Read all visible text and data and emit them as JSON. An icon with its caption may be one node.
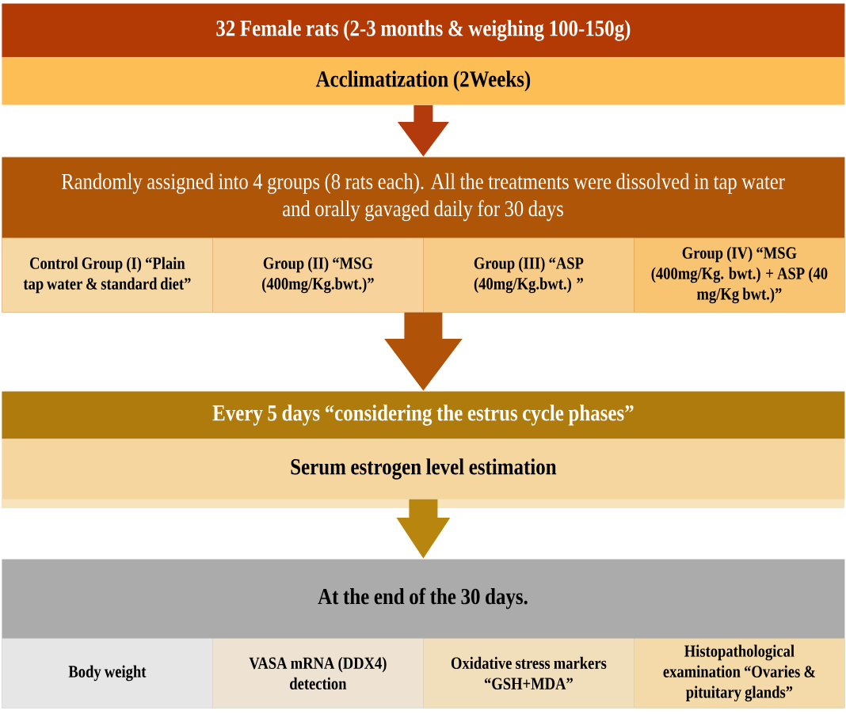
{
  "diagram": {
    "nodes": [
      {
        "text": [
          "32 Female rats (2-3 months & weighing 100-150g)"
        ]
      },
      {
        "text": [
          "Acclimatization (2Weeks)"
        ]
      },
      {
        "text": [
          "Randomly assigned into 4 groups (8 rats each). All the treatments were dissolved in tap water and orally gavaged daily for 30 days"
        ]
      },
      {
        "text": [
          "Control Group (I) “Plain tap water & standard diet”"
        ],
        "in": 2
      },
      {
        "text": [
          "Group (II) “MSG (400mg/Kg.bwt.)”"
        ],
        "in": 2
      },
      {
        "text": [
          "Group (III) “ASP (40mg/Kg.bwt.) ”"
        ],
        "in": 2
      },
      {
        "text": [
          "Group (IV) “MSG (400mg/Kg. bwt.) + ASP (40 mg/Kg bwt.)”"
        ],
        "in": 2
      },
      {
        "text": [
          "Every 5 days “considering the estrus cycle phases”"
        ]
      },
      {
        "text": [
          "Serum estrogen level estimation"
        ]
      },
      {
        "text": [
          "At the end of the 30 days."
        ]
      },
      {
        "text": [
          "Body weight"
        ],
        "in": 9
      },
      {
        "text": [
          "VASA mRNA (DDX4) detection"
        ],
        "in": 9
      },
      {
        "text": [
          "Oxidative stress markers “GSH+MDA”"
        ],
        "in": 9
      },
      {
        "text": [
          "Histopathological examination “Ovaries & pituitary glands”"
        ],
        "in": 9
      }
    ],
    "edges": [
      {
        "from": 1,
        "to": 2,
        "arrow": "to",
        "color": "#b23a0c"
      },
      {
        "from": 2,
        "to": 7,
        "arrow": "to",
        "color": "#b05208"
      },
      {
        "from": 8,
        "to": 9,
        "arrow": "to",
        "color": "#b8860e"
      }
    ]
  }
}
